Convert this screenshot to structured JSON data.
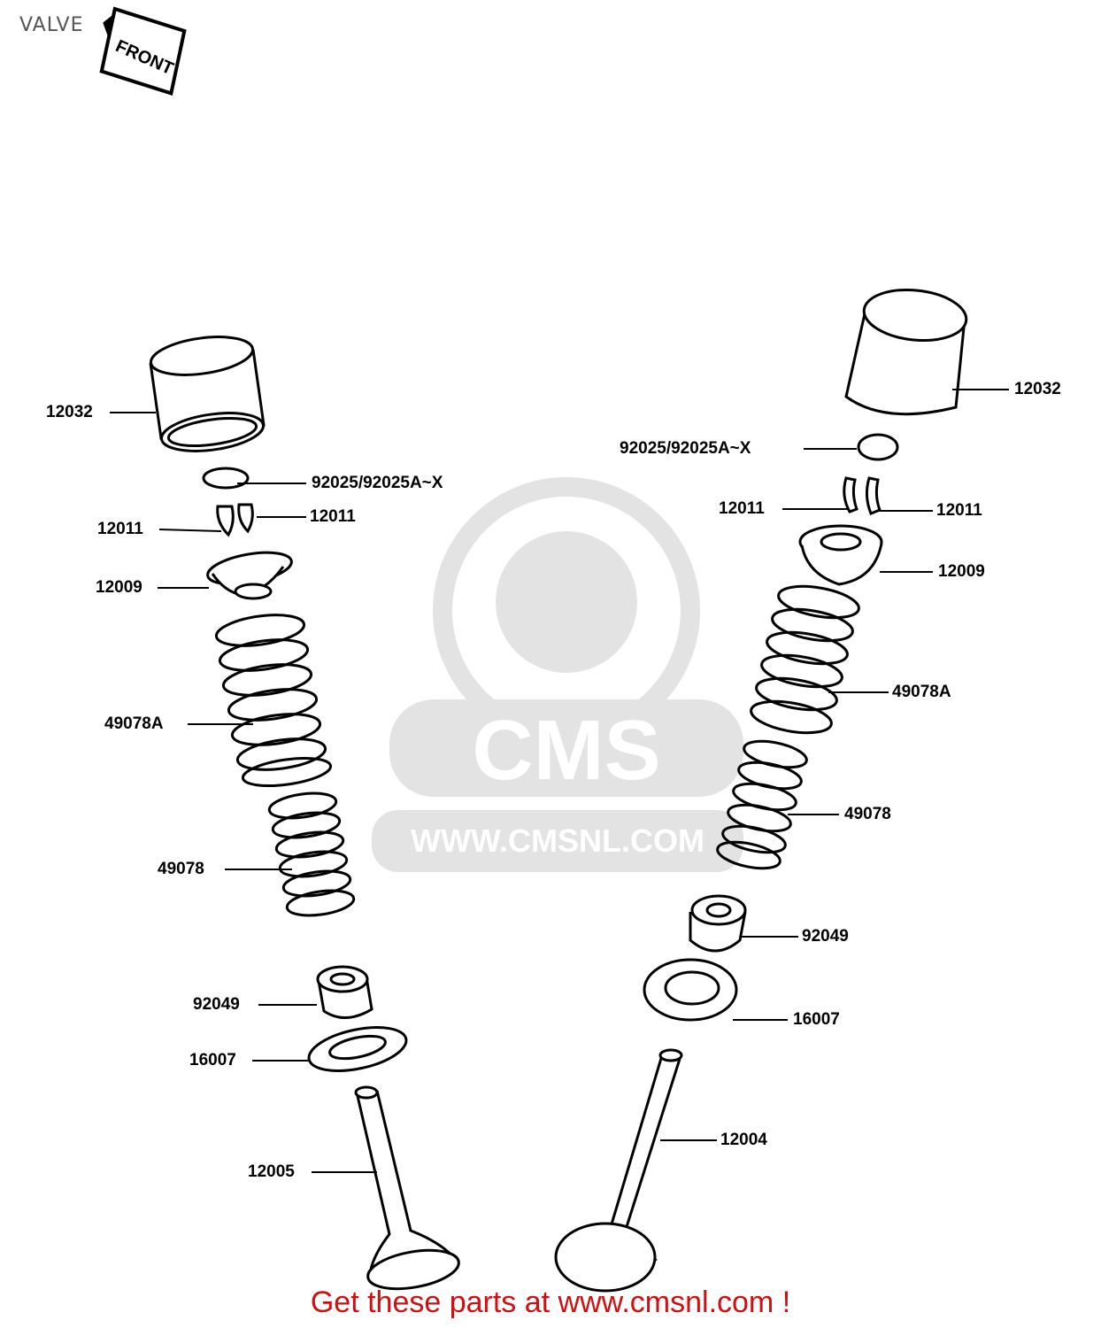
{
  "header": {
    "title": "VALVE",
    "front_badge": "FRONT"
  },
  "watermark": {
    "brand": "CMS",
    "url": "WWW.CMSNL.COM"
  },
  "left_valve_labels": {
    "tappet": "12032",
    "shim": "92025/92025A~X",
    "cotter_right": "12011",
    "cotter_left": "12011",
    "retainer": "12009",
    "outer_spring": "49078A",
    "inner_spring": "49078",
    "stem_seal": "92049",
    "spring_seat": "16007",
    "valve": "12005"
  },
  "right_valve_labels": {
    "tappet": "12032",
    "shim": "92025/92025A~X",
    "cotter_left": "12011",
    "cotter_right": "12011",
    "retainer": "12009",
    "outer_spring": "49078A",
    "inner_spring": "49078",
    "stem_seal": "92049",
    "spring_seat": "16007",
    "valve": "12004"
  },
  "footer": {
    "link_text": "Get these parts at www.cmsnl.com !"
  },
  "colors": {
    "line": "#000000",
    "watermark": "#e3e3e3",
    "footer": "#d01010"
  }
}
